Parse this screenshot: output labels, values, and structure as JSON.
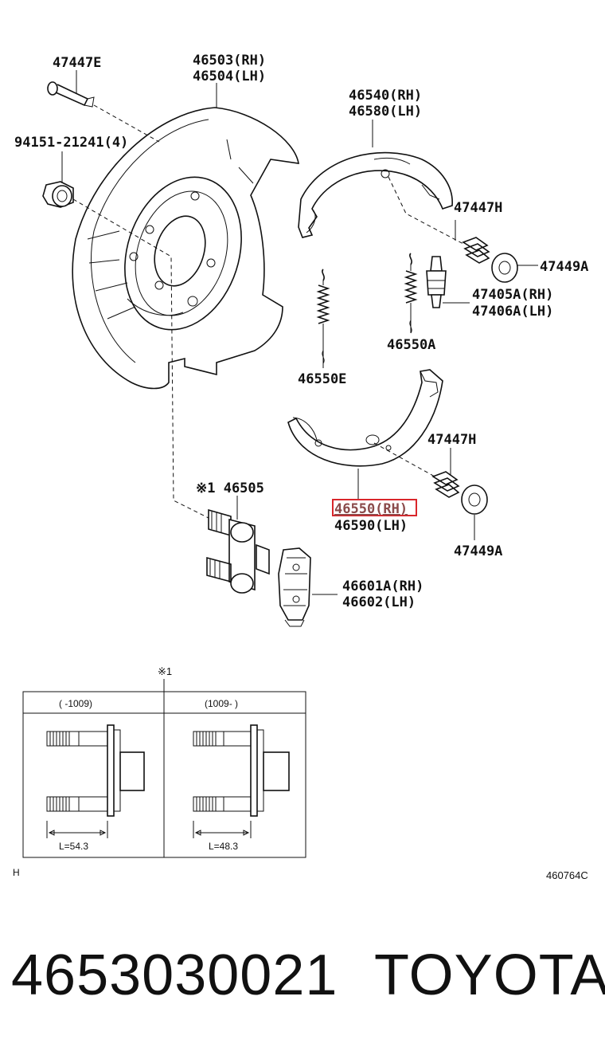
{
  "labels": {
    "p47447e": "47447E",
    "p46503": "46503(RH)",
    "p46504": "46504(LH)",
    "p94151": "94151-21241(4)",
    "p46540": "46540(RH)",
    "p46580": "46580(LH)",
    "p47447h_top": "47447H",
    "p47449a_top": "47449A",
    "p47405a": "47405A(RH)",
    "p47406a": "47406A(LH)",
    "p46550a": "46550A",
    "p46550e": "46550E",
    "p47447h_bot": "47447H",
    "p46505": "※1 46505",
    "p46550_selected": "46550(RH)",
    "p46590": "46590(LH)",
    "p47449a_bot": "47449A",
    "p46601a": "46601A(RH)",
    "p46602": "46602(LH)"
  },
  "inset": {
    "marker": "※1",
    "left_header": "(    -1009)",
    "right_header": "(1009-    )",
    "left_length": "L=54.3",
    "right_length": "L=48.3"
  },
  "corner_mark": "H",
  "diagram_code": "460764C",
  "footer": {
    "part_number": "4653030021",
    "brand": "TOYOTA"
  },
  "colors": {
    "highlight_box": "#d9262b",
    "line": "#111111"
  }
}
